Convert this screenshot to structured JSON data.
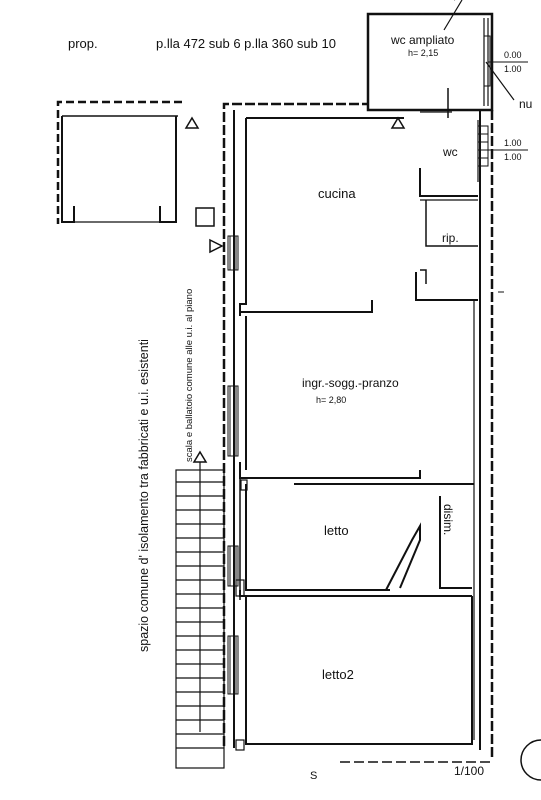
{
  "header": {
    "prop": "prop.",
    "parcels": "p.lla 472 sub 6 p.lla 360 sub 10"
  },
  "rooms": {
    "wc_ampliato": "wc ampliato",
    "wc_ampliato_height": "h= 2,15",
    "cucina": "cucina",
    "rip": "rip.",
    "wc": "wc",
    "ingresso": "ingr.-sogg.-pranzo",
    "ingresso_height": "h= 2,80",
    "letto": "letto",
    "letto2": "letto2",
    "disimpegno": "disim."
  },
  "annotations": {
    "shared_space": "spazio comune d' isolamento tra fabbricati e u.i. esistenti",
    "stair_note": "scala e ballatoio comune alle u.i. al piano",
    "dim_upper_a": "0.00",
    "dim_upper_b": "1.00",
    "dim_lower_a": "1.00",
    "dim_lower_b": "1.00",
    "nuovo_cut": "nu",
    "bottom_cut": "S",
    "scale": "1/100"
  },
  "colors": {
    "line": "#111111",
    "background": "#ffffff"
  }
}
